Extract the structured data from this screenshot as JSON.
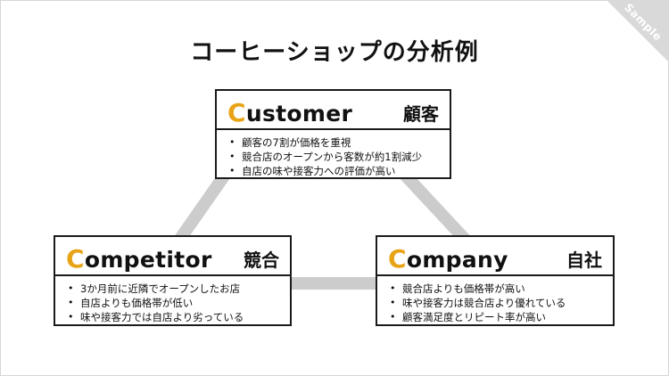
{
  "title": "コーヒーショップの分析例",
  "corner_label": "Sample",
  "colors": {
    "accent": "#e8a317",
    "connector": "#cccccc",
    "border": "#1a1a1a"
  },
  "customer": {
    "first": "C",
    "rest": "ustomer",
    "jp": "顧客",
    "items": [
      "顧客の7割が価格を重視",
      "競合店のオープンから客数が約1割減少",
      "自店の味や接客力への評価が高い"
    ]
  },
  "competitor": {
    "first": "C",
    "rest": "ompetitor",
    "jp": "競合",
    "items": [
      "3か月前に近隣でオープンしたお店",
      "自店よりも価格帯が低い",
      "味や接客力では自店より劣っている"
    ]
  },
  "company": {
    "first": "C",
    "rest": "ompany",
    "jp": "自社",
    "items": [
      "競合店よりも価格帯が高い",
      "味や接客力は競合店より優れている",
      "顧客満足度とリピート率が高い"
    ]
  }
}
